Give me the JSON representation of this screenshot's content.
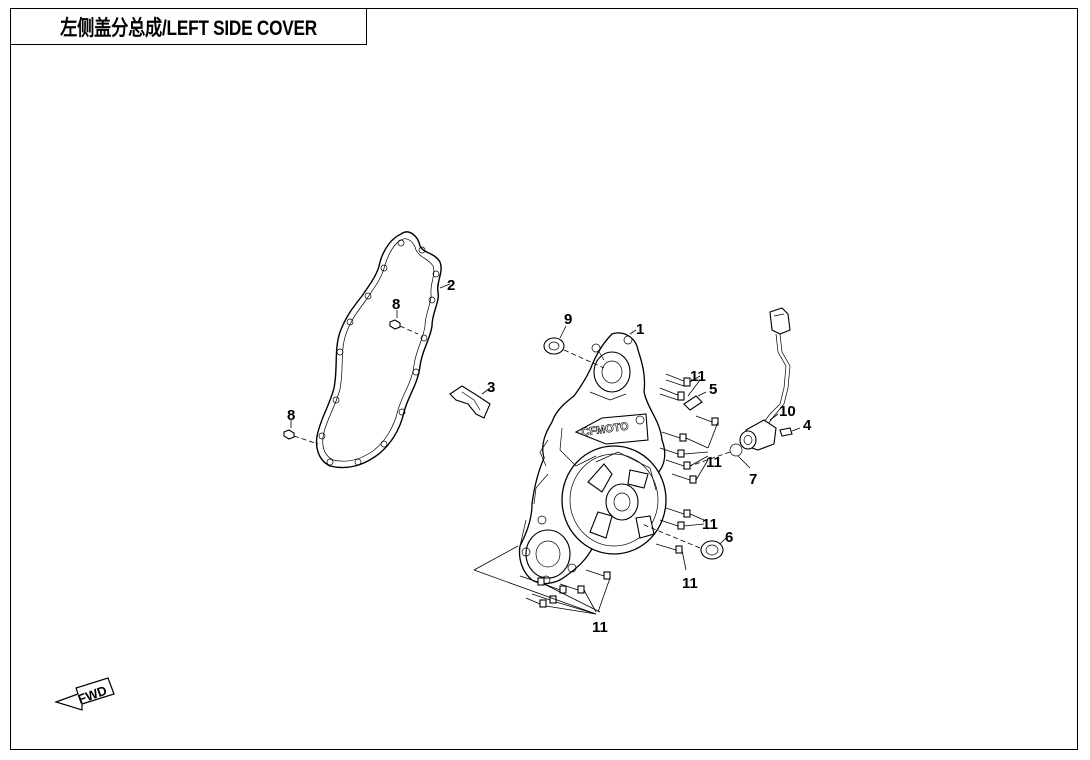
{
  "title": "左侧盖分总成/LEFT SIDE COVER",
  "fwd_label": "FWD",
  "brand_mark": "CFMOTO",
  "callouts": {
    "c1": "1",
    "c2": "2",
    "c3": "3",
    "c4": "4",
    "c5": "5",
    "c6": "6",
    "c7": "7",
    "c8a": "8",
    "c8b": "8",
    "c9": "9",
    "c10": "10",
    "c11a": "11",
    "c11b": "11",
    "c11c": "11",
    "c11d": "11",
    "c11e": "11"
  }
}
